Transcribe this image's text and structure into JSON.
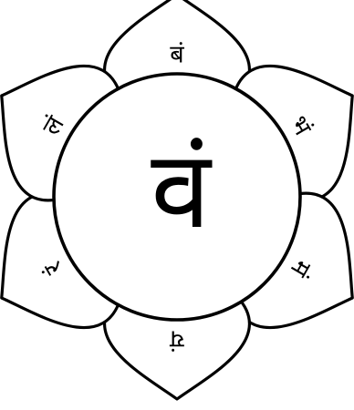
{
  "diagram": {
    "center_syllable": "वं",
    "petal_syllables": [
      "बं",
      "भं",
      "मं",
      "यं",
      "रं",
      "लं"
    ],
    "colors": {
      "stroke": "#000000",
      "background": "#ffffff"
    }
  }
}
